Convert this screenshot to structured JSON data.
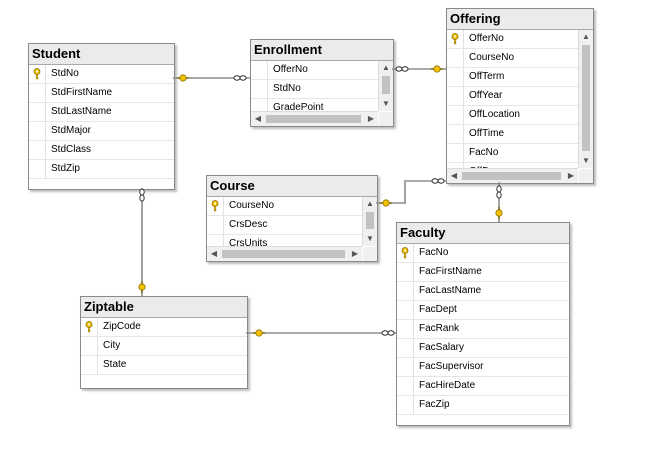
{
  "tables": [
    {
      "id": "student",
      "title": "Student",
      "fields": [
        {
          "name": "StdNo",
          "key": true
        },
        {
          "name": "StdFirstName"
        },
        {
          "name": "StdLastName"
        },
        {
          "name": "StdMajor"
        },
        {
          "name": "StdClass"
        },
        {
          "name": "StdZip"
        }
      ]
    },
    {
      "id": "enrollment",
      "title": "Enrollment",
      "fields": [
        {
          "name": "OfferNo"
        },
        {
          "name": "StdNo"
        },
        {
          "name": "GradePoint"
        }
      ]
    },
    {
      "id": "offering",
      "title": "Offering",
      "fields": [
        {
          "name": "OfferNo",
          "key": true
        },
        {
          "name": "CourseNo"
        },
        {
          "name": "OffTerm"
        },
        {
          "name": "OffYear"
        },
        {
          "name": "OffLocation"
        },
        {
          "name": "OffTime"
        },
        {
          "name": "FacNo"
        },
        {
          "name": "OffDays"
        }
      ]
    },
    {
      "id": "course",
      "title": "Course",
      "fields": [
        {
          "name": "CourseNo",
          "key": true
        },
        {
          "name": "CrsDesc"
        },
        {
          "name": "CrsUnits"
        }
      ]
    },
    {
      "id": "faculty",
      "title": "Faculty",
      "fields": [
        {
          "name": "FacNo",
          "key": true
        },
        {
          "name": "FacFirstName"
        },
        {
          "name": "FacLastName"
        },
        {
          "name": "FacDept"
        },
        {
          "name": "FacRank"
        },
        {
          "name": "FacSalary"
        },
        {
          "name": "FacSupervisor"
        },
        {
          "name": "FacHireDate"
        },
        {
          "name": "FacZip"
        }
      ]
    },
    {
      "id": "ziptable",
      "title": "Ziptable",
      "fields": [
        {
          "name": "ZipCode",
          "key": true
        },
        {
          "name": "City"
        },
        {
          "name": "State"
        }
      ]
    }
  ],
  "relationships": [
    {
      "from": "student",
      "to": "enrollment"
    },
    {
      "from": "offering",
      "to": "enrollment"
    },
    {
      "from": "course",
      "to": "offering"
    },
    {
      "from": "faculty",
      "to": "offering"
    },
    {
      "from": "ziptable",
      "to": "student"
    },
    {
      "from": "ziptable",
      "to": "faculty"
    }
  ],
  "colors": {
    "key": "#f2c200",
    "key_outline": "#8a6d00",
    "line": "#555555"
  }
}
